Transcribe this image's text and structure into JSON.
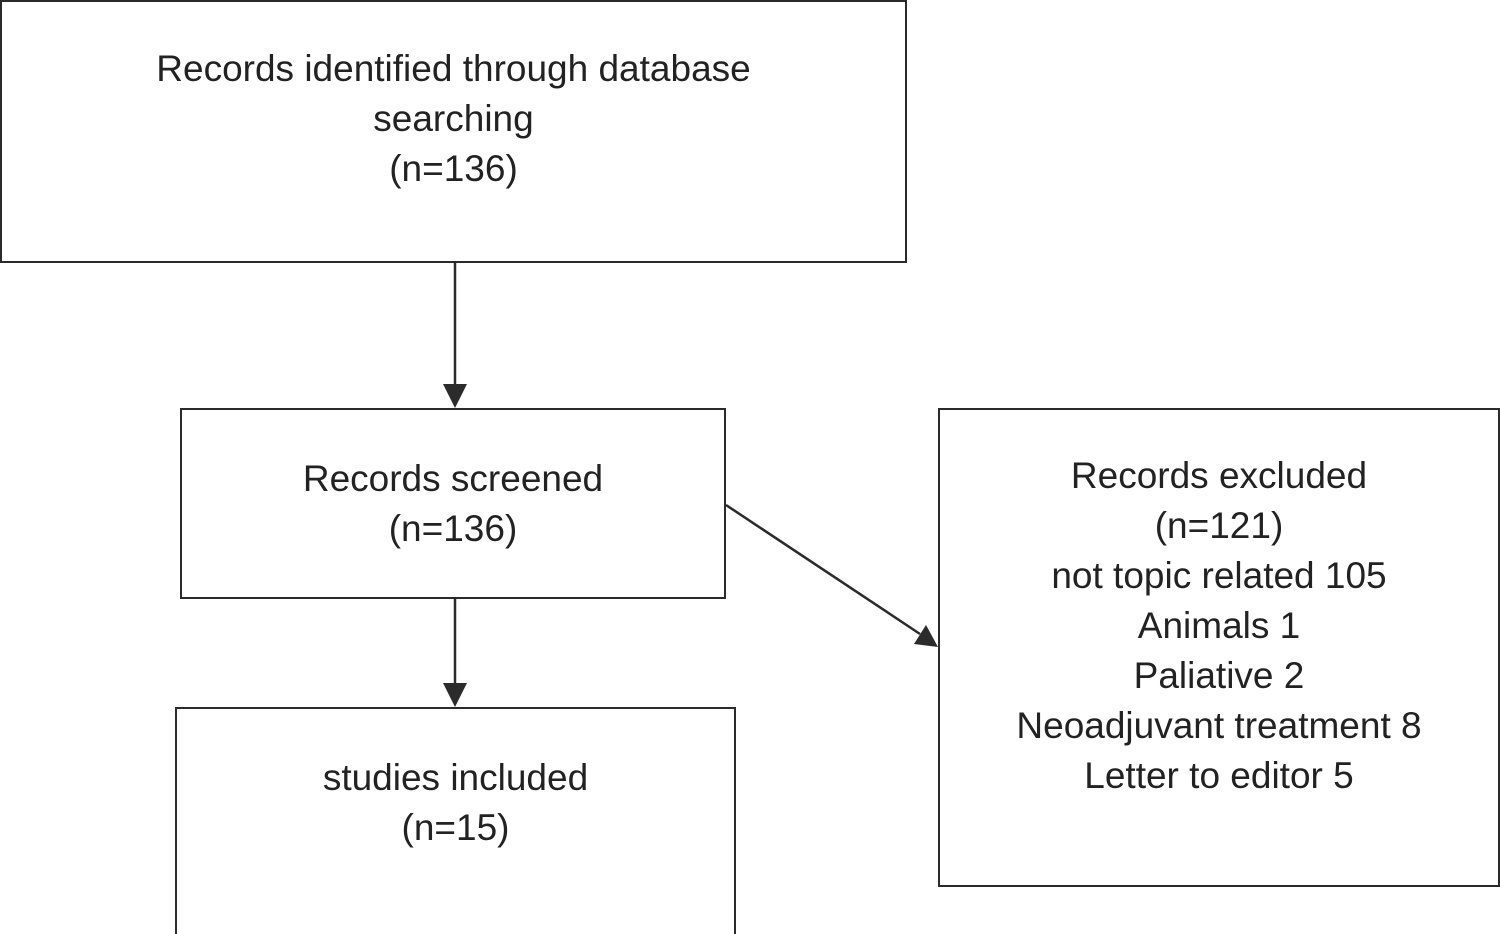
{
  "boxes": {
    "identified": {
      "lines": [
        "Records identified through database",
        "searching",
        "(n=136)"
      ]
    },
    "screened": {
      "lines": [
        "Records screened",
        "(n=136)"
      ]
    },
    "included": {
      "lines": [
        "studies included",
        "(n=15)"
      ]
    },
    "excluded": {
      "lines": [
        "Records excluded",
        "(n=121)",
        "not topic related 105",
        "Animals 1",
        "Paliative 2",
        "Neoadjuvant treatment 8",
        "Letter to editor 5"
      ]
    }
  },
  "colors": {
    "stroke": "#2b2b2b",
    "text": "#222222",
    "background": "#ffffff"
  }
}
